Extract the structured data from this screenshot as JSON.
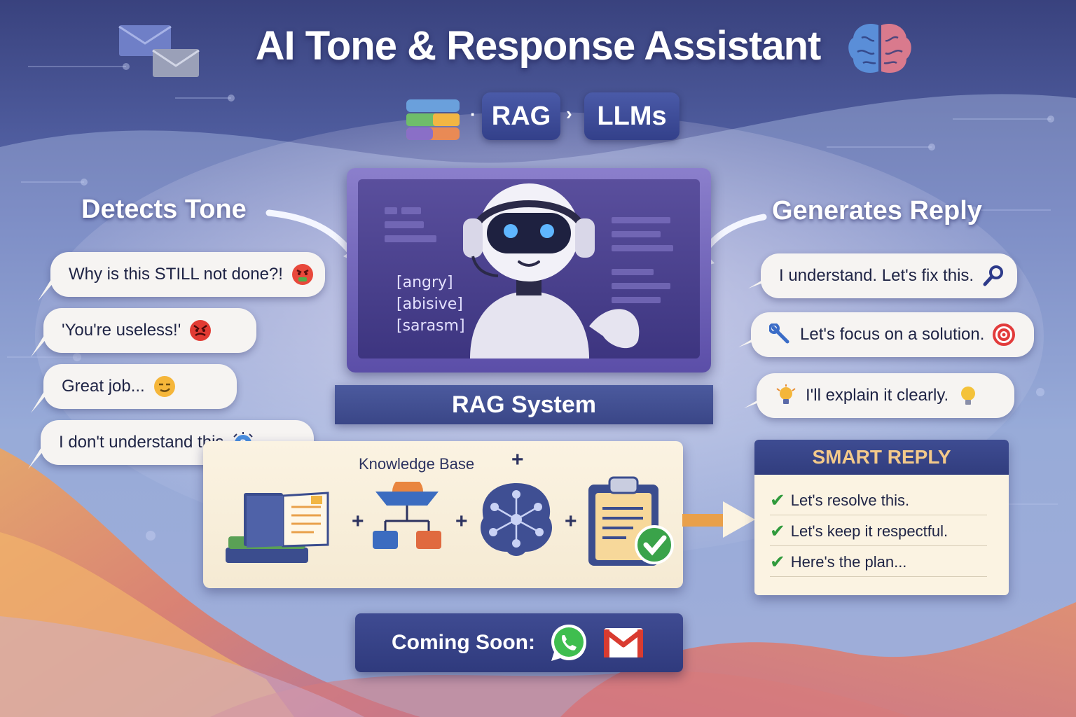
{
  "title": "AI Tone & Response Assistant",
  "pipeline": {
    "rag": "RAG",
    "separator": "›",
    "llms": "LLMs",
    "dot": "·"
  },
  "left": {
    "heading": "Detects Tone",
    "bubbles": [
      {
        "text": "Why is this STILL not done?!",
        "icon": "angry-face-icon"
      },
      {
        "text": "'You're useless!'",
        "icon": "devil-face-icon"
      },
      {
        "text": "Great job...",
        "icon": "smirk-face-icon"
      },
      {
        "text": "I don't understand this",
        "icon": "confused-question-icon"
      }
    ]
  },
  "monitor": {
    "tags": [
      "[angry]",
      "[abisive]",
      "[sarasm]"
    ]
  },
  "right": {
    "heading": "Generates Reply",
    "bubbles": [
      {
        "text": "I understand. Let's fix this.",
        "icon": "magnifier-icon"
      },
      {
        "text": "Let's focus on a solution.",
        "icon": "target-icon",
        "lead_icon": "wrench-icon"
      },
      {
        "text": "I'll explain it clearly.",
        "icon": "lightbulb-icon",
        "lead_icon": "lightbulb-icon"
      }
    ]
  },
  "rag_system": "RAG System",
  "knowledge_base": {
    "label": "Knowledge Base",
    "plus": "+"
  },
  "smart_reply": {
    "heading": "SMART REPLY",
    "check": "✔",
    "items": [
      "Let's resolve this.",
      "Let's keep it respectful.",
      "Here's the plan..."
    ]
  },
  "coming_soon": {
    "label": "Coming Soon:",
    "icons": [
      "whatsapp-icon",
      "gmail-icon"
    ]
  },
  "colors": {
    "navy": "#2f3a7d",
    "bubble": "#f6f4f2",
    "accent_orange": "#e9a04a",
    "check_green": "#2f9a3b",
    "monitor_purple": "#5b4ea8"
  }
}
